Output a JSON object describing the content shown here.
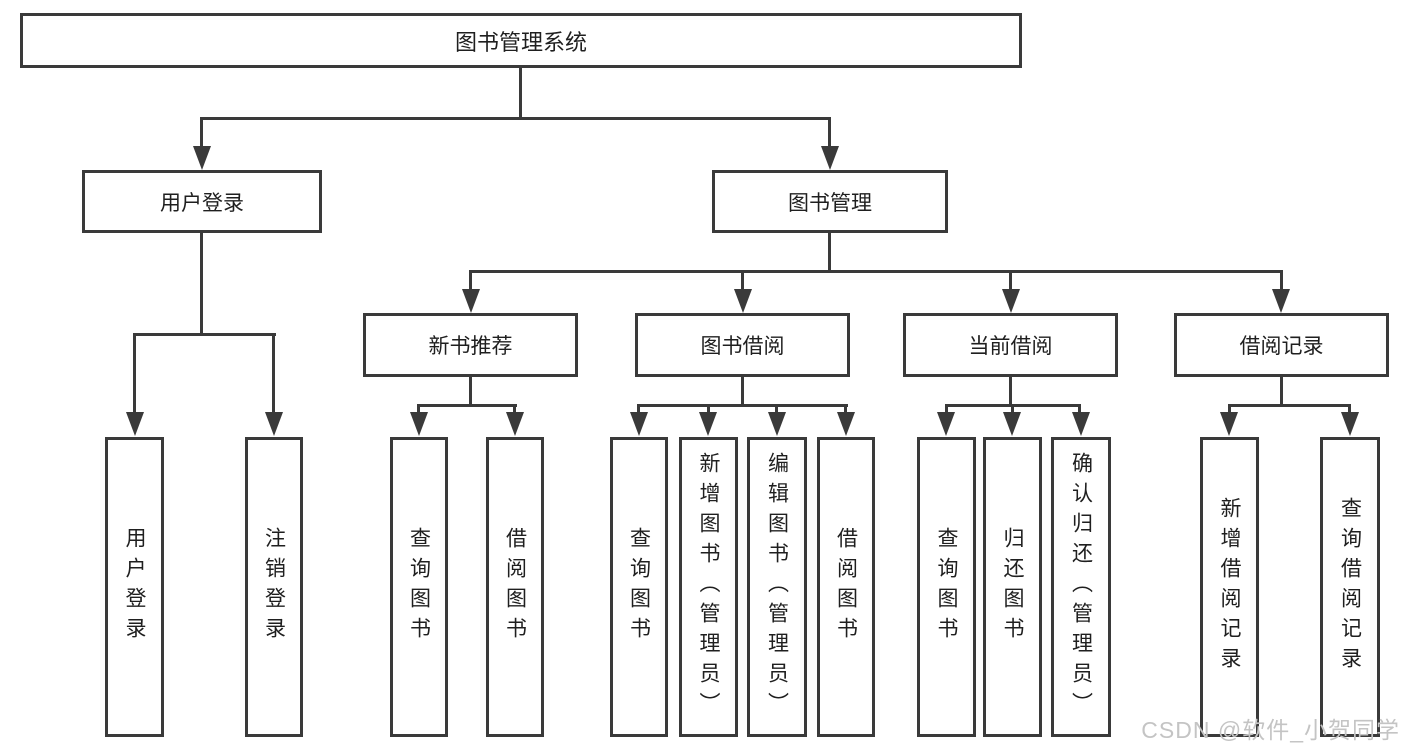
{
  "tree": {
    "label": "图书管理系统",
    "children": [
      {
        "label": "用户登录",
        "children": [
          {
            "label": "用户登录"
          },
          {
            "label": "注销登录"
          }
        ]
      },
      {
        "label": "图书管理",
        "children": [
          {
            "label": "新书推荐",
            "children": [
              {
                "label": "查询图书"
              },
              {
                "label": "借阅图书"
              }
            ]
          },
          {
            "label": "图书借阅",
            "children": [
              {
                "label": "查询图书"
              },
              {
                "label": "新增图书（管理员）"
              },
              {
                "label": "编辑图书（管理员）"
              },
              {
                "label": "借阅图书"
              }
            ]
          },
          {
            "label": "当前借阅",
            "children": [
              {
                "label": "查询图书"
              },
              {
                "label": "归还图书"
              },
              {
                "label": "确认归还（管理员）"
              }
            ]
          },
          {
            "label": "借阅记录",
            "children": [
              {
                "label": "新增借阅记录"
              },
              {
                "label": "查询借阅记录"
              }
            ]
          }
        ]
      }
    ]
  },
  "watermark": {
    "text": "CSDN @软件_小贺同学"
  },
  "colors": {
    "line": "#3a3a3a",
    "text": "#1f1f1f",
    "watermark": "#c4c4c4",
    "background": "#ffffff"
  }
}
